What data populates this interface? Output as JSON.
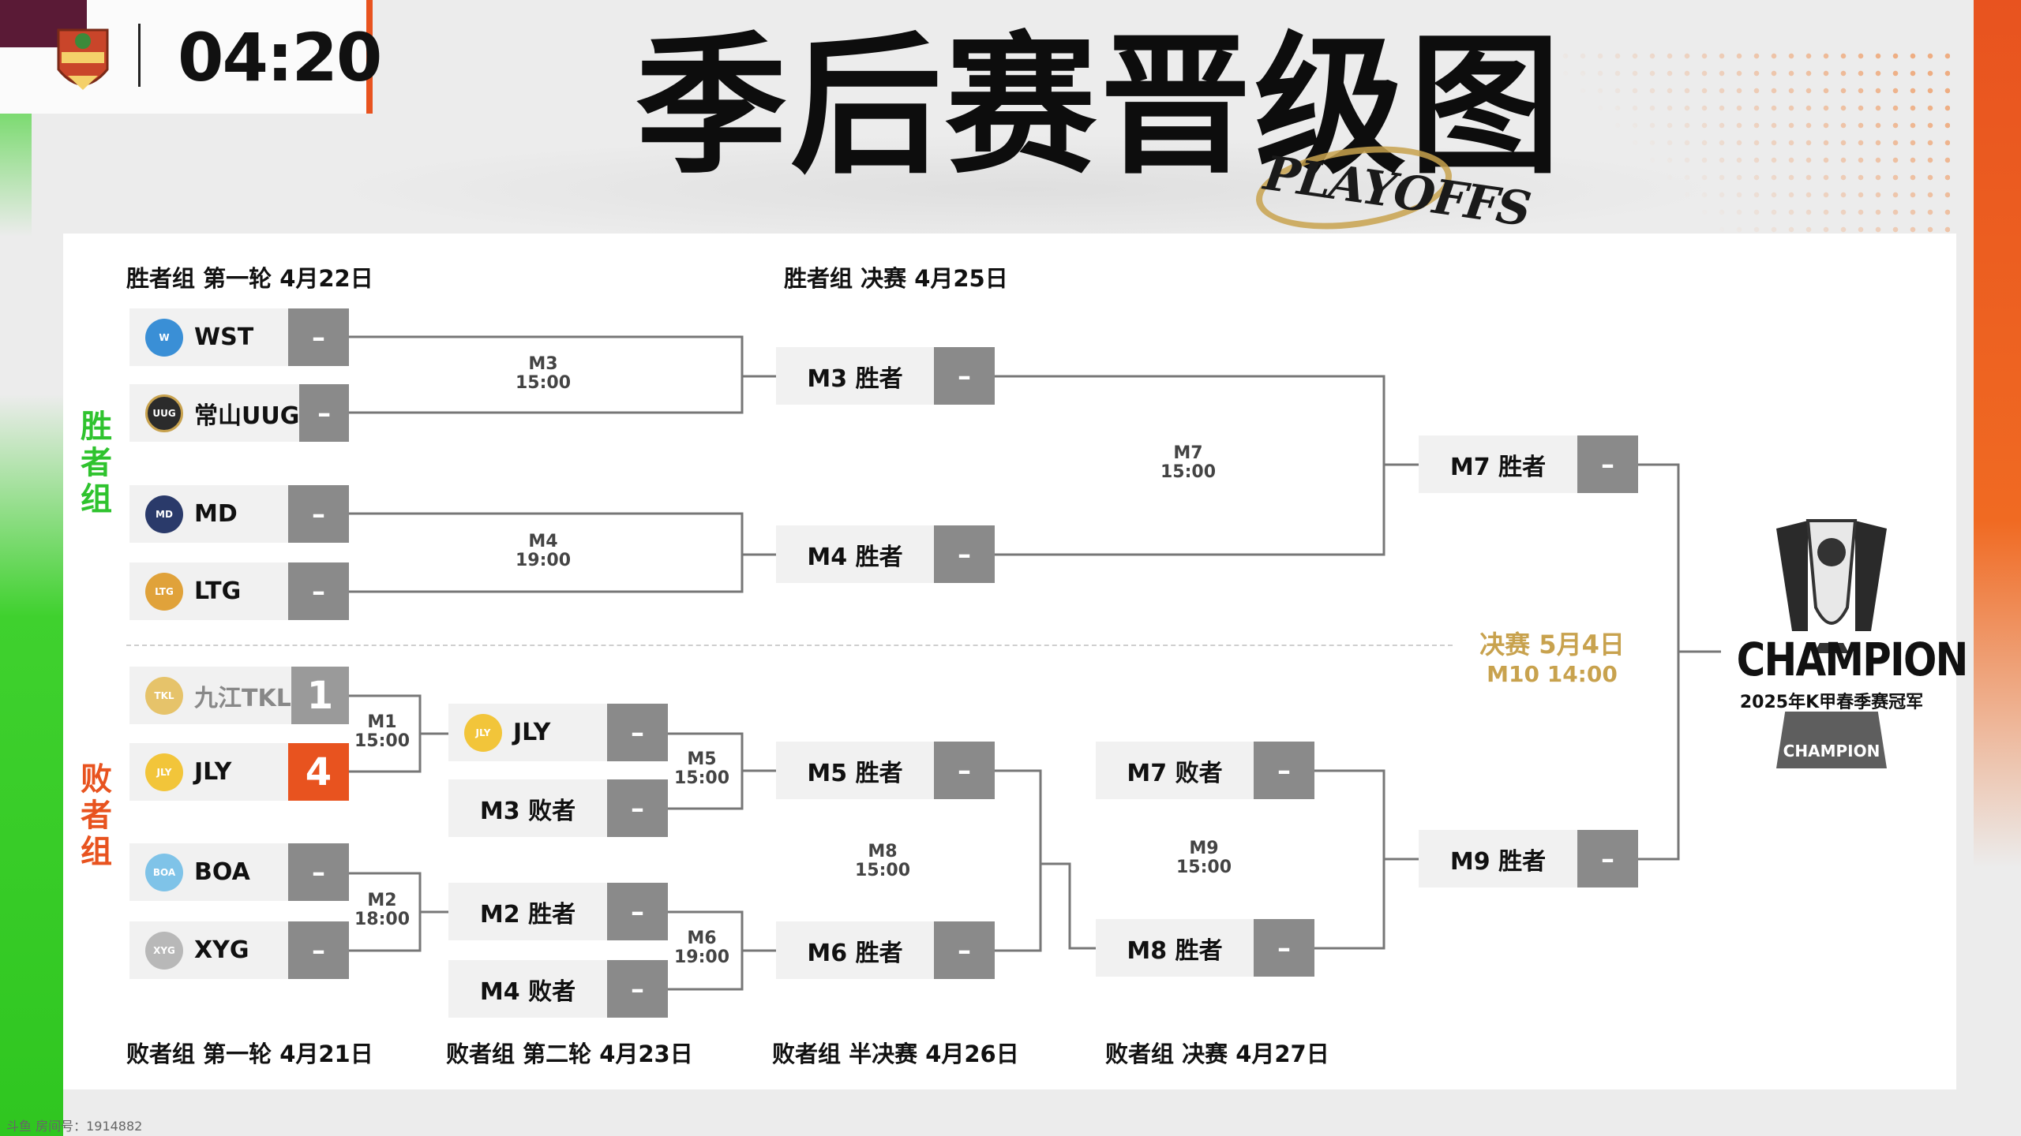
{
  "hud": {
    "timer": "04:20"
  },
  "watermark": "斗鱼 房间号：1914882",
  "title": {
    "main": "季后赛晋级图",
    "playoffs": "PLAYOFFS"
  },
  "sides": {
    "winners": "胜者组",
    "losers": "败者组"
  },
  "stages": {
    "wb_r1": "胜者组 第一轮 4月22日",
    "wb_final": "胜者组 决赛 4月25日",
    "lb_r1": "败者组 第一轮 4月21日",
    "lb_r2": "败者组 第二轮 4月23日",
    "lb_semi": "败者组 半决赛 4月26日",
    "lb_final": "败者组 决赛 4月27日"
  },
  "teams": {
    "wst": {
      "name": "WST",
      "score": "–"
    },
    "uug": {
      "name": "常山UUG",
      "score": "–"
    },
    "md": {
      "name": "MD",
      "score": "–"
    },
    "ltg": {
      "name": "LTG",
      "score": "–"
    },
    "tkl": {
      "name": "九江TKL",
      "score": "1"
    },
    "jly": {
      "name": "JLY",
      "score": "4"
    },
    "boa": {
      "name": "BOA",
      "score": "–"
    },
    "xyg": {
      "name": "XYG",
      "score": "–"
    },
    "jly2": {
      "name": "JLY",
      "score": "–"
    }
  },
  "slots": {
    "m3w": {
      "name": "M3 胜者",
      "score": "–"
    },
    "m4w": {
      "name": "M4 胜者",
      "score": "–"
    },
    "m7w": {
      "name": "M7 胜者",
      "score": "–"
    },
    "m3l": {
      "name": "M3 败者",
      "score": "–"
    },
    "m2w": {
      "name": "M2 胜者",
      "score": "–"
    },
    "m4l": {
      "name": "M4 败者",
      "score": "–"
    },
    "m5w": {
      "name": "M5 胜者",
      "score": "–"
    },
    "m6w": {
      "name": "M6 胜者",
      "score": "–"
    },
    "m7l": {
      "name": "M7 败者",
      "score": "–"
    },
    "m8w": {
      "name": "M8 胜者",
      "score": "–"
    },
    "m9w": {
      "name": "M9 胜者",
      "score": "–"
    }
  },
  "matches": {
    "m1": {
      "id": "M1",
      "time": "15:00"
    },
    "m2": {
      "id": "M2",
      "time": "18:00"
    },
    "m3": {
      "id": "M3",
      "time": "15:00"
    },
    "m4": {
      "id": "M4",
      "time": "19:00"
    },
    "m5": {
      "id": "M5",
      "time": "15:00"
    },
    "m6": {
      "id": "M6",
      "time": "19:00"
    },
    "m7": {
      "id": "M7",
      "time": "15:00"
    },
    "m8": {
      "id": "M8",
      "time": "15:00"
    },
    "m9": {
      "id": "M9",
      "time": "15:00"
    }
  },
  "final": {
    "line1": "决赛 5月4日",
    "line2": "M10 14:00"
  },
  "trophy": {
    "word": "CHAMPION",
    "subtitle": "2025年K甲春季赛冠军",
    "base": "CHAMPION"
  },
  "colors": {
    "orange": "#e8531f",
    "green": "#2fc32e",
    "gold": "#c8a24e",
    "score_grey": "#8a8a8a"
  }
}
